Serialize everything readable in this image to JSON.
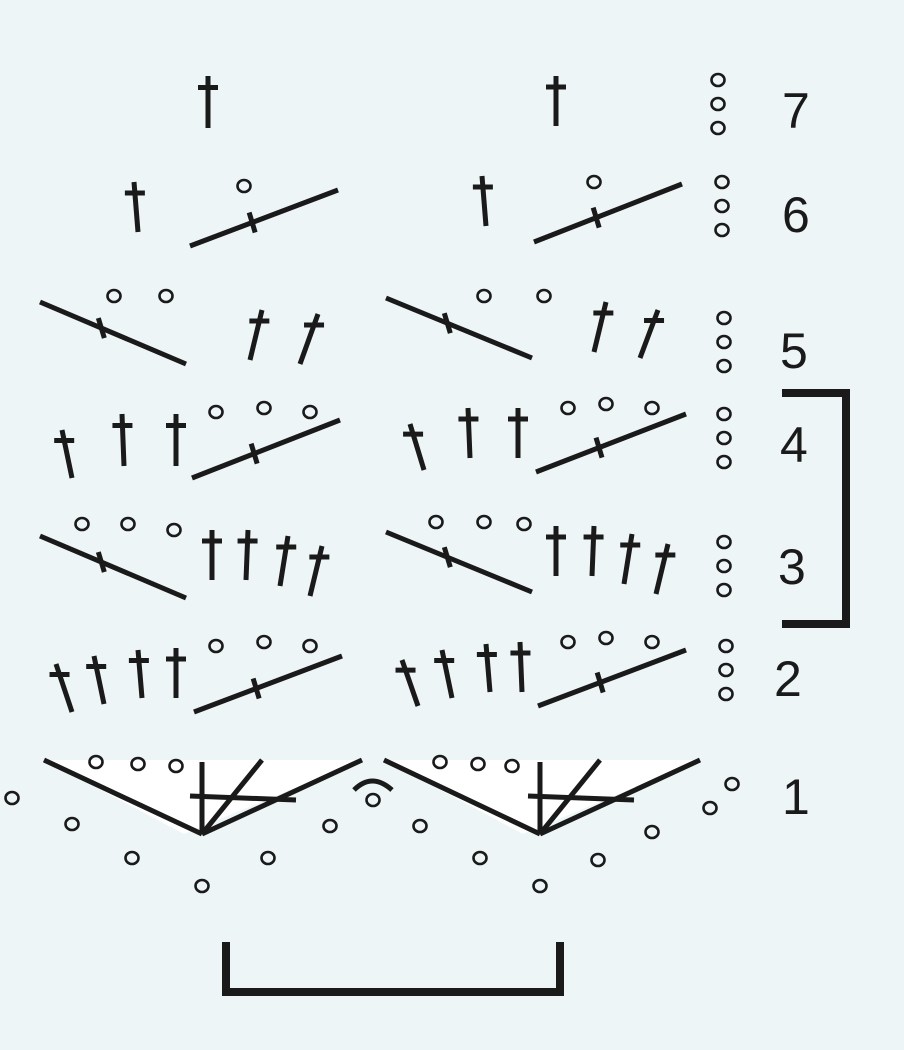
{
  "row_labels": [
    "7",
    "6",
    "5",
    "4",
    "3",
    "2",
    "1"
  ],
  "colors": {
    "background": "#eef5f6",
    "ink": "#1a1a1a",
    "fan_fill": "#ffffff"
  },
  "symbols": [
    "treble-crochet",
    "chain-stitch",
    "slip-stitch",
    "cross-stitch"
  ]
}
